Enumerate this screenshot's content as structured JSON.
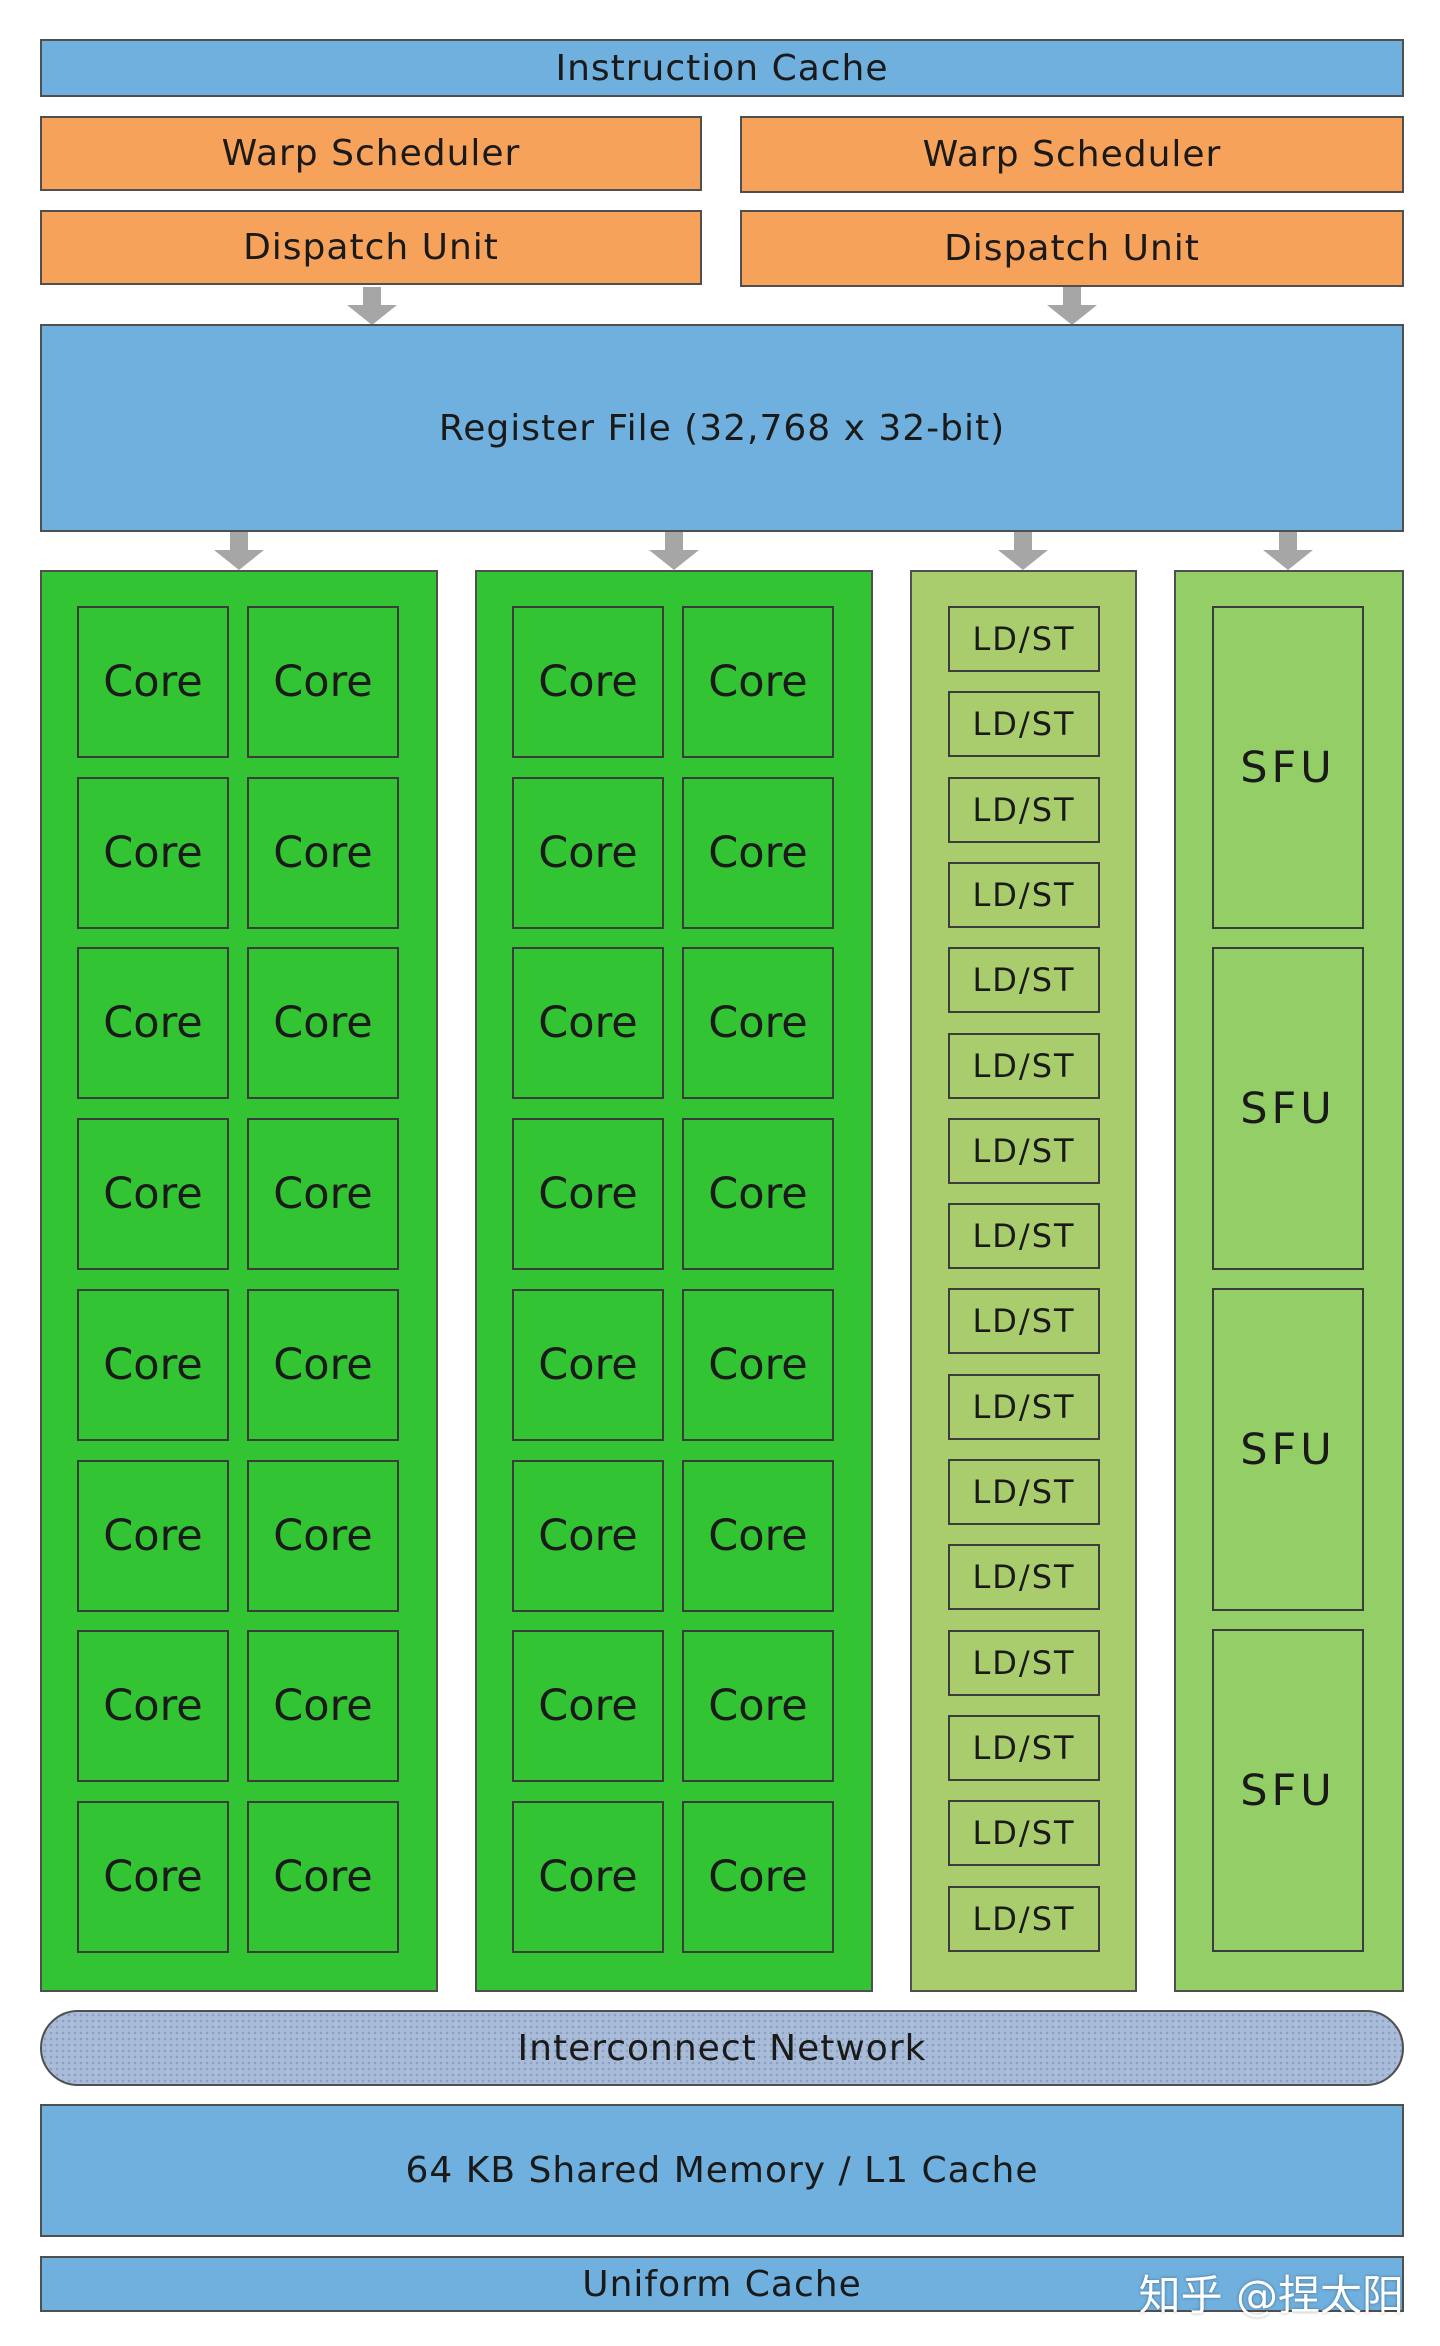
{
  "instruction_cache": "Instruction Cache",
  "warp_scheduler_left": "Warp Scheduler",
  "warp_scheduler_right": "Warp Scheduler",
  "dispatch_unit_left": "Dispatch Unit",
  "dispatch_unit_right": "Dispatch Unit",
  "register_file": "Register File (32,768 x 32-bit)",
  "core_label": "Core",
  "ldst_label": "LD/ST",
  "sfu_label": "SFU",
  "interconnect": "Interconnect Network",
  "shared_memory": "64 KB Shared Memory / L1 Cache",
  "uniform_cache": "Uniform Cache",
  "watermark": "知乎 @捏太阳",
  "colors": {
    "cache_blue": "#70b0de",
    "scheduler_orange": "#f6a25a",
    "core_green": "#33c433",
    "ldst_green": "#a9cc6c",
    "sfu_green": "#93cf66",
    "arrow_gray": "#a6a6a6"
  }
}
